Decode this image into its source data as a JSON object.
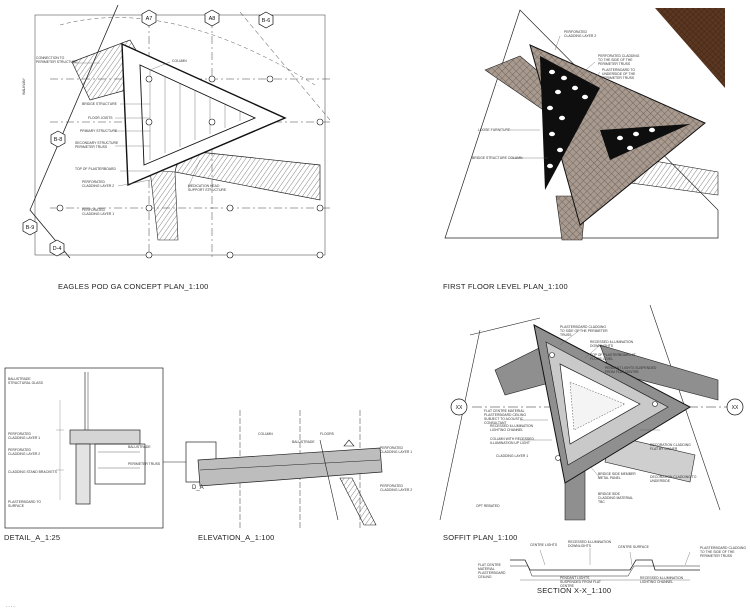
{
  "views": {
    "concept_plan": {
      "title": "EAGLES POD GA CONCEPT PLAN_1:100",
      "grid": [
        "A7",
        "A8",
        "B-6",
        "B-8",
        "B-9",
        "D-4"
      ],
      "notes": [
        "CONNECTION TO PERIMETER STRUCTURE",
        "COLUMN",
        "BRIDGE STRUCTURE",
        "FLOOR JOISTS",
        "PRIMARY STRUCTURE",
        "SECONDARY STRUCTURE PERIMETER TRUSS",
        "TOP OF PLASTERBOARD",
        "PERFORATED CLADDING LAYER 2",
        "PERFORATED CLADDING LAYER 1",
        "MEDICATION HEAD SUPPORT STRUCTURE"
      ],
      "side_label": "WALKWAY"
    },
    "first_floor": {
      "title": "FIRST FLOOR LEVEL PLAN_1:100",
      "notes": [
        "PERFORATED CLADDING LAYER 2",
        "PERFORATED CLADDING TO THE SIDE OF THE PERIMETER TRUSS",
        "PLASTERBOARD TO UNDERSIDE OF THE PERIMETER TRUSS",
        "LOOSE FURNITURE",
        "BRIDGE STRUCTURE COLUMN"
      ]
    },
    "detail_a": {
      "title": "DETAIL_A_1:25",
      "notes": [
        "BALUSTRADE STRUCTURAL GLASS",
        "PERFORATED CLADDING LAYER 1",
        "PERFORATED CLADDING LAYER 2",
        "BALUSTRADE",
        "PERIMETER TRUSS",
        "CLADDING STAND BRACKETS",
        "PLASTERBOARD TO SURFACE"
      ]
    },
    "elevation_a": {
      "title": "ELEVATION_A_1:100",
      "tag": "D_A",
      "notes": [
        "COLUMN",
        "BALUSTRADE",
        "FLOORS",
        "PERFORATED CLADDING LAYER 1",
        "PERFORATED CLADDING LAYER 2"
      ]
    },
    "soffit_plan": {
      "title": "SOFFIT PLAN_1:100",
      "section_tag": "XX",
      "notes": [
        "PLASTERBOARD CLADDING TO SIDE OF THE PERIMETER TRUSS",
        "RECESSED ILLUMINATION DOWNLIGHTS",
        "TOP OF PLASTERBOARD AT FLOOR LEVEL",
        "PENDANT LIGHTS SUSPENDED FROM FLAT CENTRE",
        "RECESSED ILLUMINATION LIGHTING CHANNEL",
        "FLAT CENTRE MATERIAL PLASTERBOARD CEILING SUBJECT TO ACOUSTIC CONSULTANT",
        "COLUMN WITH RECESSED ILLUMINATION UP LIGHT",
        "CLADDING LAYER 1",
        "BRIDGE SIDE MEMBER METAL PANEL",
        "BRIDGE SIDE CLADDING MATERIAL TBC",
        "OPT REBATED",
        "DECORATION CLADDING FLAT BY OWNER",
        "DECORATION CLADDING TO UNDERSIDE"
      ]
    },
    "section_xx": {
      "title": "SECTION X-X_1:100",
      "notes": [
        "CENTRE LIGHTS",
        "RECESSED ILLUMINATION DOWNLIGHTS",
        "CENTRE SURFACE",
        "PLASTERBOARD CLADDING TO THE SIDE OF THE PERIMETER TRUSS",
        "FLAT CENTRE MATERIAL PLASTERBOARD CEILING",
        "PENDANT LIGHTS SUSPENDED FROM FLAT CENTRE",
        "RECESSED ILLUMINATION LIGHTING CHANNEL"
      ]
    }
  },
  "corner_mark": "- - - -",
  "colors": {
    "line": "#222222",
    "hatch": "#a89a8f",
    "dark": "#0e0e0e",
    "brick": "#5b3722",
    "panel_grey": "#8f8f8f"
  }
}
